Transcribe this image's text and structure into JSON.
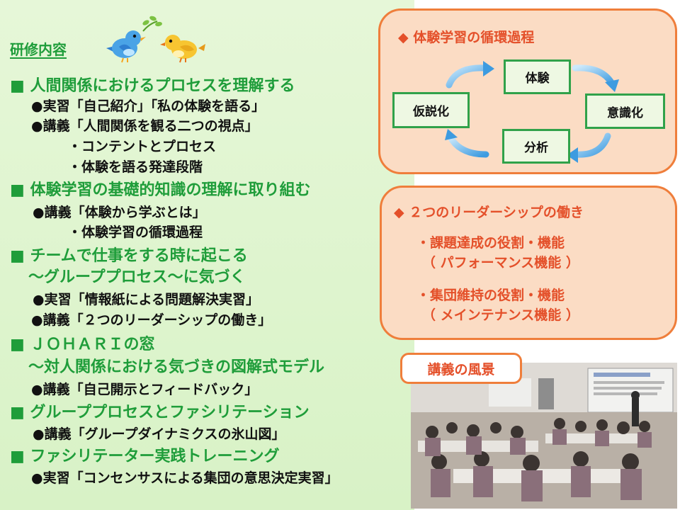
{
  "left": {
    "title": "研修内容",
    "items": [
      {
        "kind": "h",
        "text": "■ 人間関係におけるプロセスを理解する"
      },
      {
        "kind": "s",
        "text": "●実習「自己紹介」「私の体験を語る」"
      },
      {
        "kind": "s",
        "text": "●講義「人間関係を観る二つの視点」"
      },
      {
        "kind": "t",
        "text": "・コンテントとプロセス"
      },
      {
        "kind": "t",
        "text": "・体験を語る発達段階"
      },
      {
        "kind": "h",
        "text": "■ 体験学習の基礎的知識の理解に取り組む"
      },
      {
        "kind": "s",
        "text": "●講義「体験から学ぶとは」"
      },
      {
        "kind": "t",
        "text": "・体験学習の循環過程"
      },
      {
        "kind": "h",
        "text": "■ チームで仕事をする時に起こる"
      },
      {
        "kind": "h",
        "text": "～グループプロセス～に気づく"
      },
      {
        "kind": "s",
        "text": "●実習「情報紙による問題解決実習」"
      },
      {
        "kind": "s",
        "text": "●講義「２つのリーダーシップの働き」"
      },
      {
        "kind": "h",
        "text": "■ ＪＯＨＡＲＩの窓"
      },
      {
        "kind": "h",
        "text": "～対人関係における気づきの図解式モデル"
      },
      {
        "kind": "s",
        "text": "●講義「自己開示とフィードバック」"
      },
      {
        "kind": "h",
        "text": "■ グループプロセスとファシリテーション"
      },
      {
        "kind": "s",
        "text": "●講義「グループダイナミクスの氷山図」"
      },
      {
        "kind": "h",
        "text": "■ ファシリテーター実践トレーニング"
      },
      {
        "kind": "s",
        "text": "●実習「コンセンサスによる集団の意思決定実習」"
      }
    ]
  },
  "cycle": {
    "title": "◆ 体験学習の循環過程",
    "steps": [
      "体験",
      "意識化",
      "分析",
      "仮説化"
    ]
  },
  "leadership": {
    "title": "◆ ２つのリーダーシップの働き",
    "line1": "・課題達成の役割・機能",
    "line2": "（ パフォーマンス機能 ）",
    "line3": "・集団維持の役割・機能",
    "line4": "（ メインテナンス機能 ）"
  },
  "photo_label": "講義の風景",
  "colors": {
    "green": "#1f9d3a",
    "orange": "#e4502a",
    "border_orange": "#ef7e3b",
    "arrow_blue": "#4aa8e8"
  }
}
